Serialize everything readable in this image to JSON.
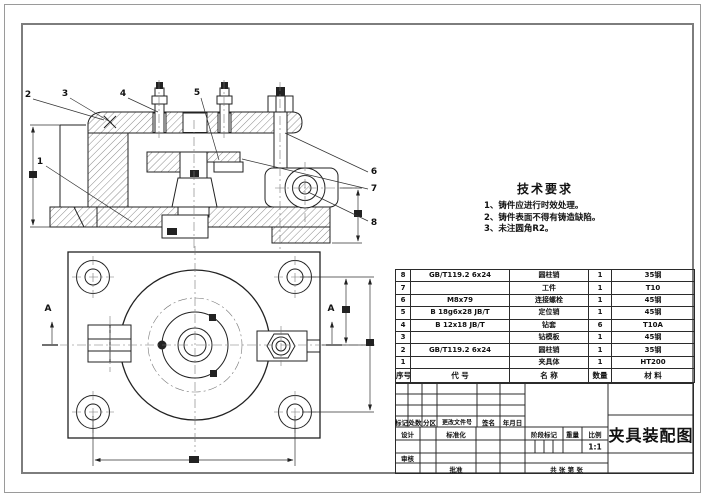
{
  "colors": {
    "ink": "#222222",
    "frame": "#7d7d7d",
    "background": "#ffffff"
  },
  "drawing": {
    "callouts": [
      "1",
      "2",
      "3",
      "4",
      "5",
      "6",
      "7",
      "8"
    ],
    "section_label_left": "A",
    "section_label_right": "A"
  },
  "tech_requirements": {
    "title": "技术要求",
    "items": [
      "1、铸件应进行时效处理。",
      "2、铸件表面不得有铸造缺陷。",
      "3、未注圆角R2。"
    ]
  },
  "bom": {
    "headers": {
      "seq": "序号",
      "code": "代  号",
      "name": "名  称",
      "qty": "数量",
      "material": "材  料"
    },
    "rows": [
      {
        "seq": "8",
        "code": "GB/T119.2 6x24",
        "name": "圆柱销",
        "qty": "1",
        "material": "35钢"
      },
      {
        "seq": "7",
        "code": "",
        "name": "工件",
        "qty": "1",
        "material": "T10"
      },
      {
        "seq": "6",
        "code": "M8x79",
        "name": "连接螺栓",
        "qty": "1",
        "material": "45钢"
      },
      {
        "seq": "5",
        "code": "B 18g6x28 JB/T",
        "name": "定位销",
        "qty": "1",
        "material": "45钢"
      },
      {
        "seq": "4",
        "code": "B 12x18 JB/T",
        "name": "钻套",
        "qty": "6",
        "material": "T10A"
      },
      {
        "seq": "3",
        "code": "",
        "name": "钻模板",
        "qty": "1",
        "material": "45钢"
      },
      {
        "seq": "2",
        "code": "GB/T119.2 6x24",
        "name": "圆柱销",
        "qty": "1",
        "material": "35钢"
      },
      {
        "seq": "1",
        "code": "",
        "name": "夹具体",
        "qty": "1",
        "material": "HT200"
      }
    ]
  },
  "title_block": {
    "revision_headers": [
      "标记",
      "处数",
      "分区",
      "更改文件号",
      "签名",
      "年月日"
    ],
    "design_label": "设计",
    "standardize_label": "标准化",
    "review_label": "审核",
    "approve_label": "批准",
    "stage_label": "阶段标记",
    "weight_label": "重量",
    "scale_label": "比例",
    "scale_value": "1:1",
    "sheet_label": "共  张  第  张",
    "drawing_title": "夹具装配图"
  }
}
